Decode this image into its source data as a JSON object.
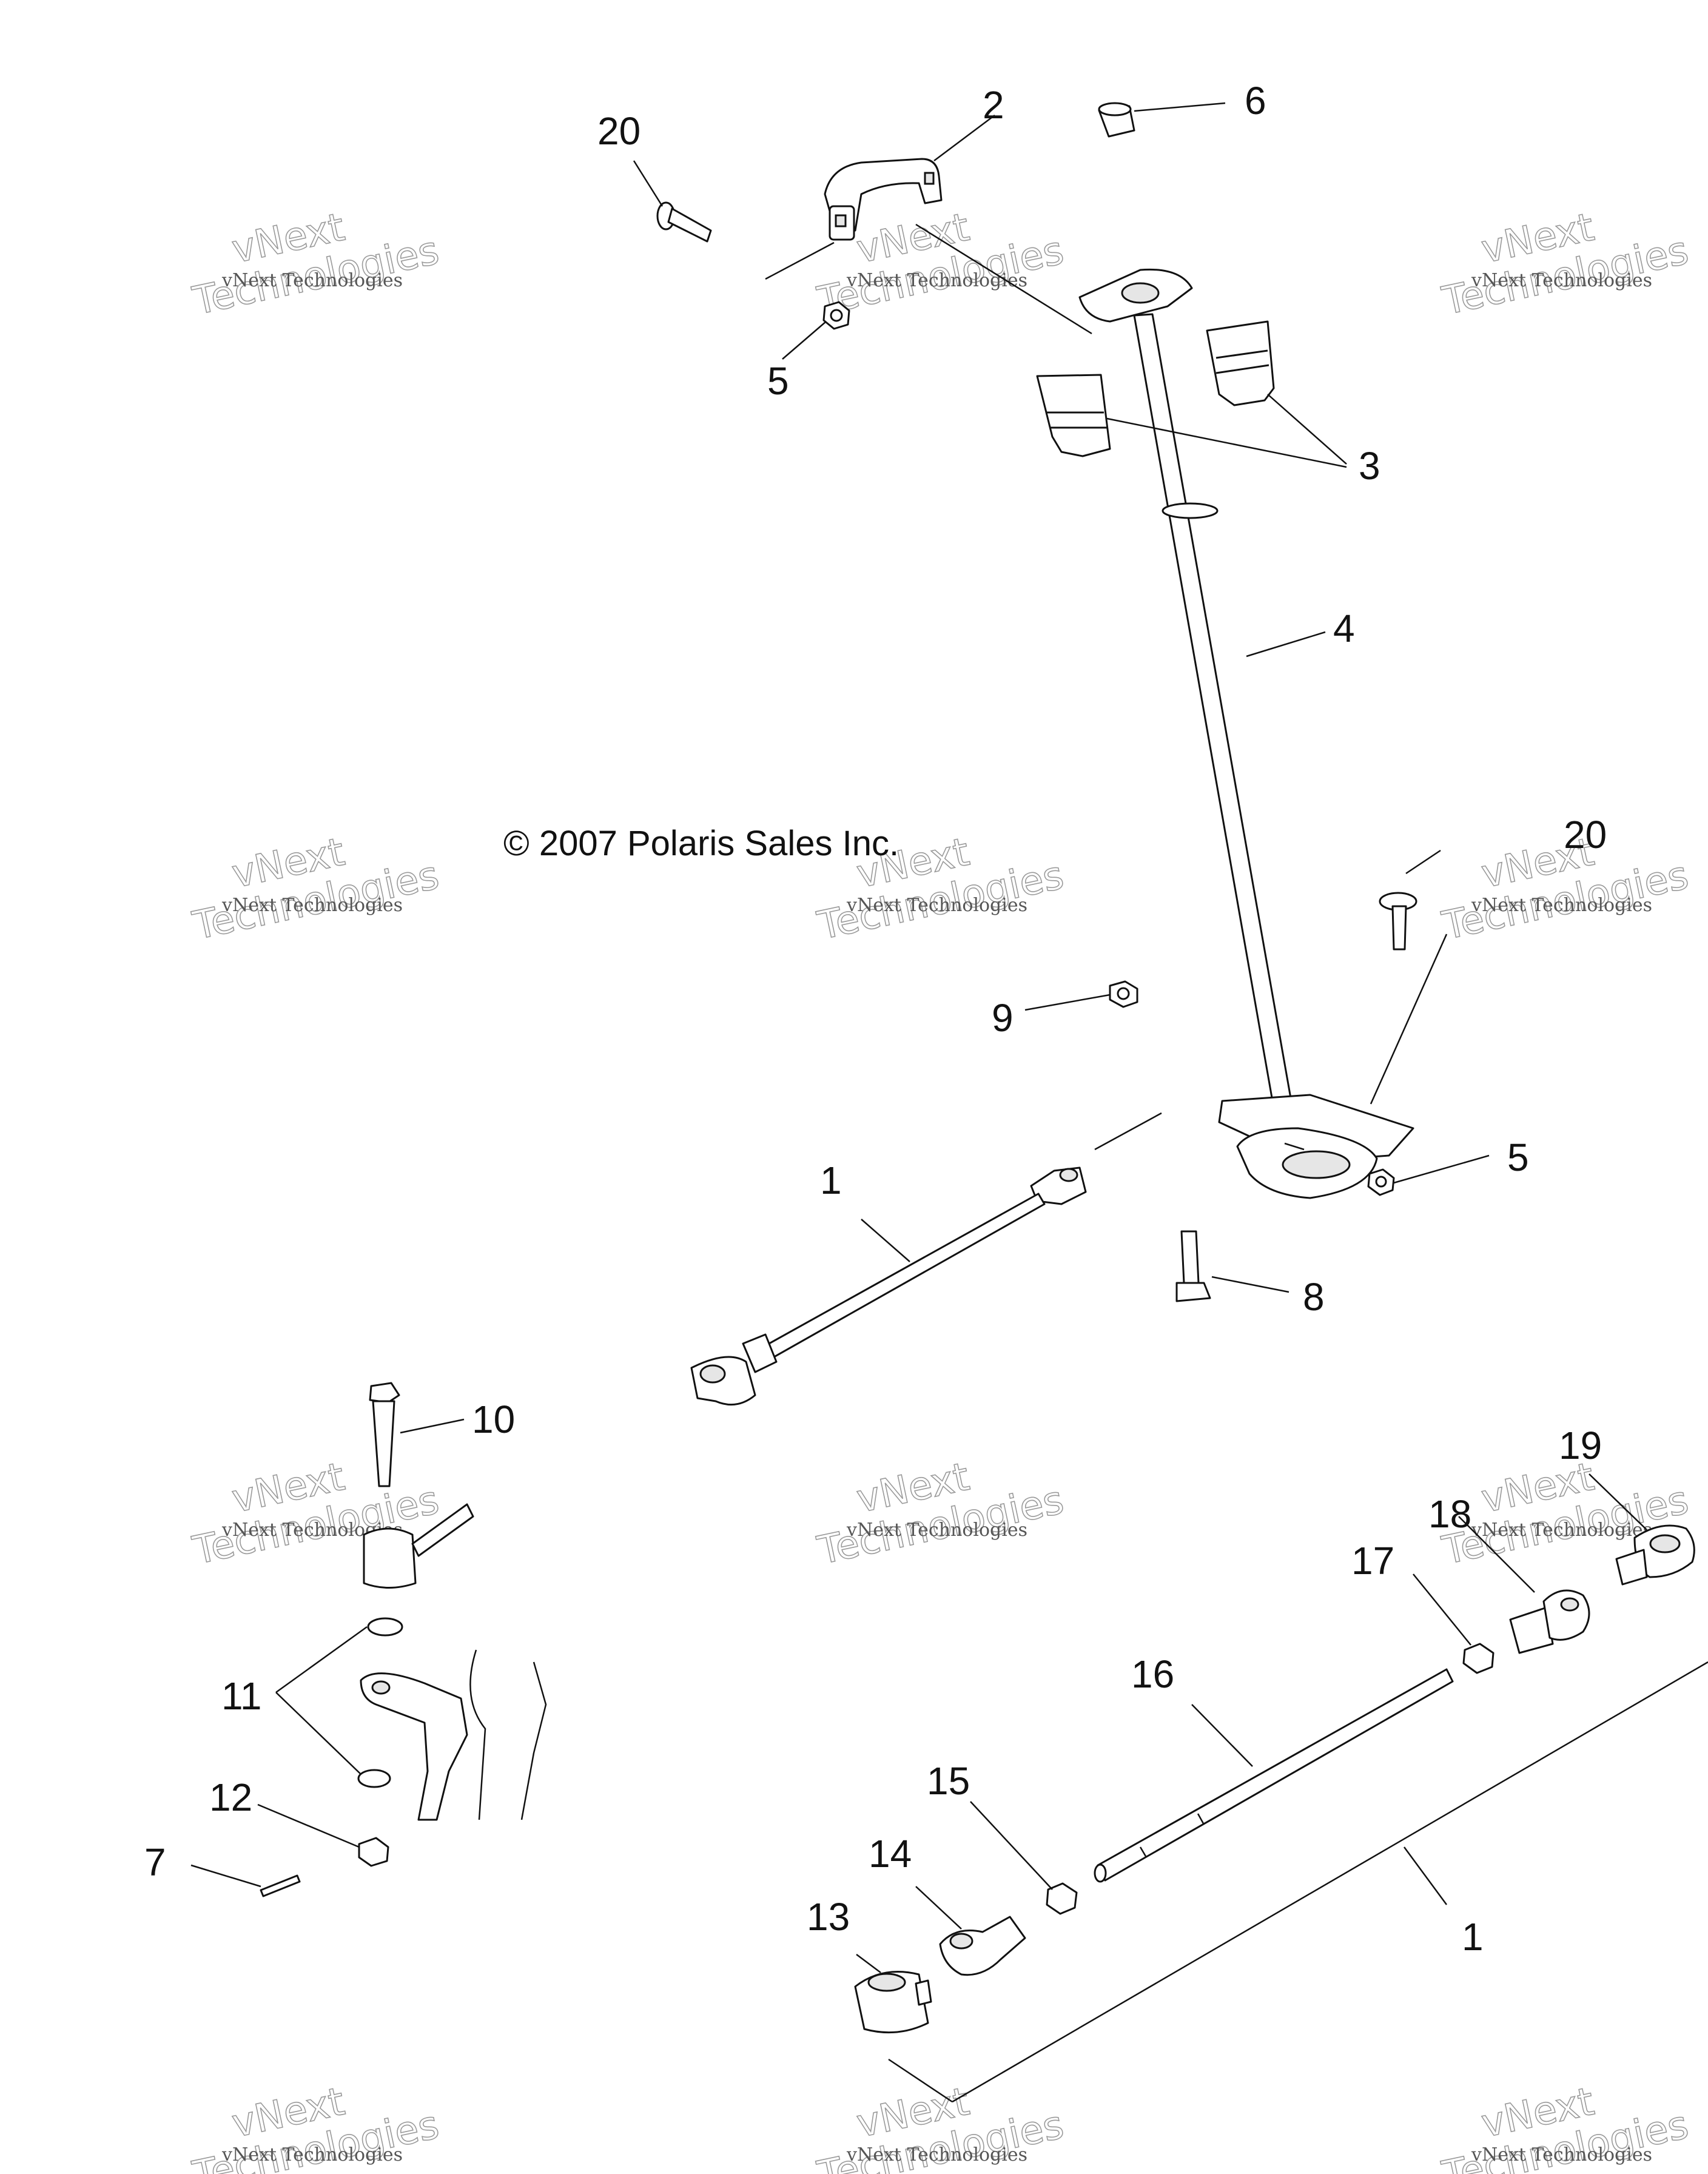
{
  "copyright": "© 2007 Polaris Sales Inc.",
  "watermark": {
    "line1": "vNext",
    "line2": "Technologies",
    "small": "vNext Technologies"
  },
  "callouts": {
    "c20a": "20",
    "c2": "2",
    "c6": "6",
    "c5a": "5",
    "c3": "3",
    "c4": "4",
    "c20b": "20",
    "c9": "9",
    "c5b": "5",
    "c1a": "1",
    "c8": "8",
    "c10": "10",
    "c19": "19",
    "c18": "18",
    "c17": "17",
    "c16": "16",
    "c11": "11",
    "c12": "12",
    "c7": "7",
    "c15": "15",
    "c14": "14",
    "c13": "13",
    "c1b": "1"
  }
}
